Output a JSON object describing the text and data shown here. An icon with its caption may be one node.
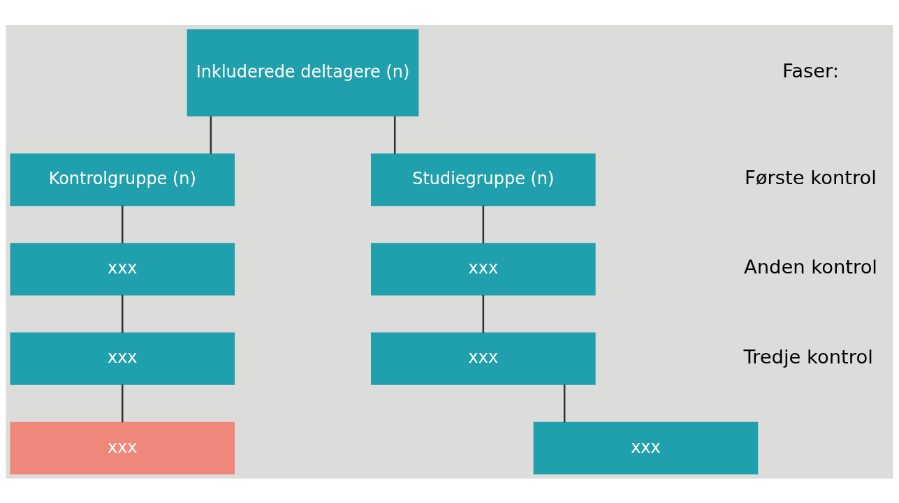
{
  "diagram": {
    "nodes": [
      {
        "text": [
          "Inkluderede deltagere (n)"
        ]
      },
      {
        "text": [
          "Studiegruppe (n)"
        ]
      },
      {
        "text": [
          "Kontrolgruppe (n)"
        ]
      },
      {
        "text": [
          "xxx"
        ]
      },
      {
        "text": [
          "xxx"
        ]
      },
      {
        "text": [
          "xxx"
        ]
      },
      {
        "text": [
          "xxx"
        ]
      },
      {
        "text": [
          "xxx"
        ]
      },
      {
        "text": [
          "xxx"
        ]
      }
    ],
    "edges": [
      {
        "from": 0,
        "to": 1,
        "arrow": "none"
      },
      {
        "from": 0,
        "to": 2,
        "arrow": "none"
      },
      {
        "from": 1,
        "to": 3,
        "arrow": "none"
      },
      {
        "from": 2,
        "to": 4,
        "arrow": "none"
      },
      {
        "from": 3,
        "to": 5,
        "arrow": "none"
      },
      {
        "from": 4,
        "to": 6,
        "arrow": "none"
      },
      {
        "from": 5,
        "to": 7,
        "arrow": "none"
      },
      {
        "from": 6,
        "to": 8,
        "arrow": "none"
      }
    ],
    "labels": [
      "Faser:",
      "Første kontrol",
      "Anden kontrol",
      "Tredje kontrol"
    ]
  }
}
